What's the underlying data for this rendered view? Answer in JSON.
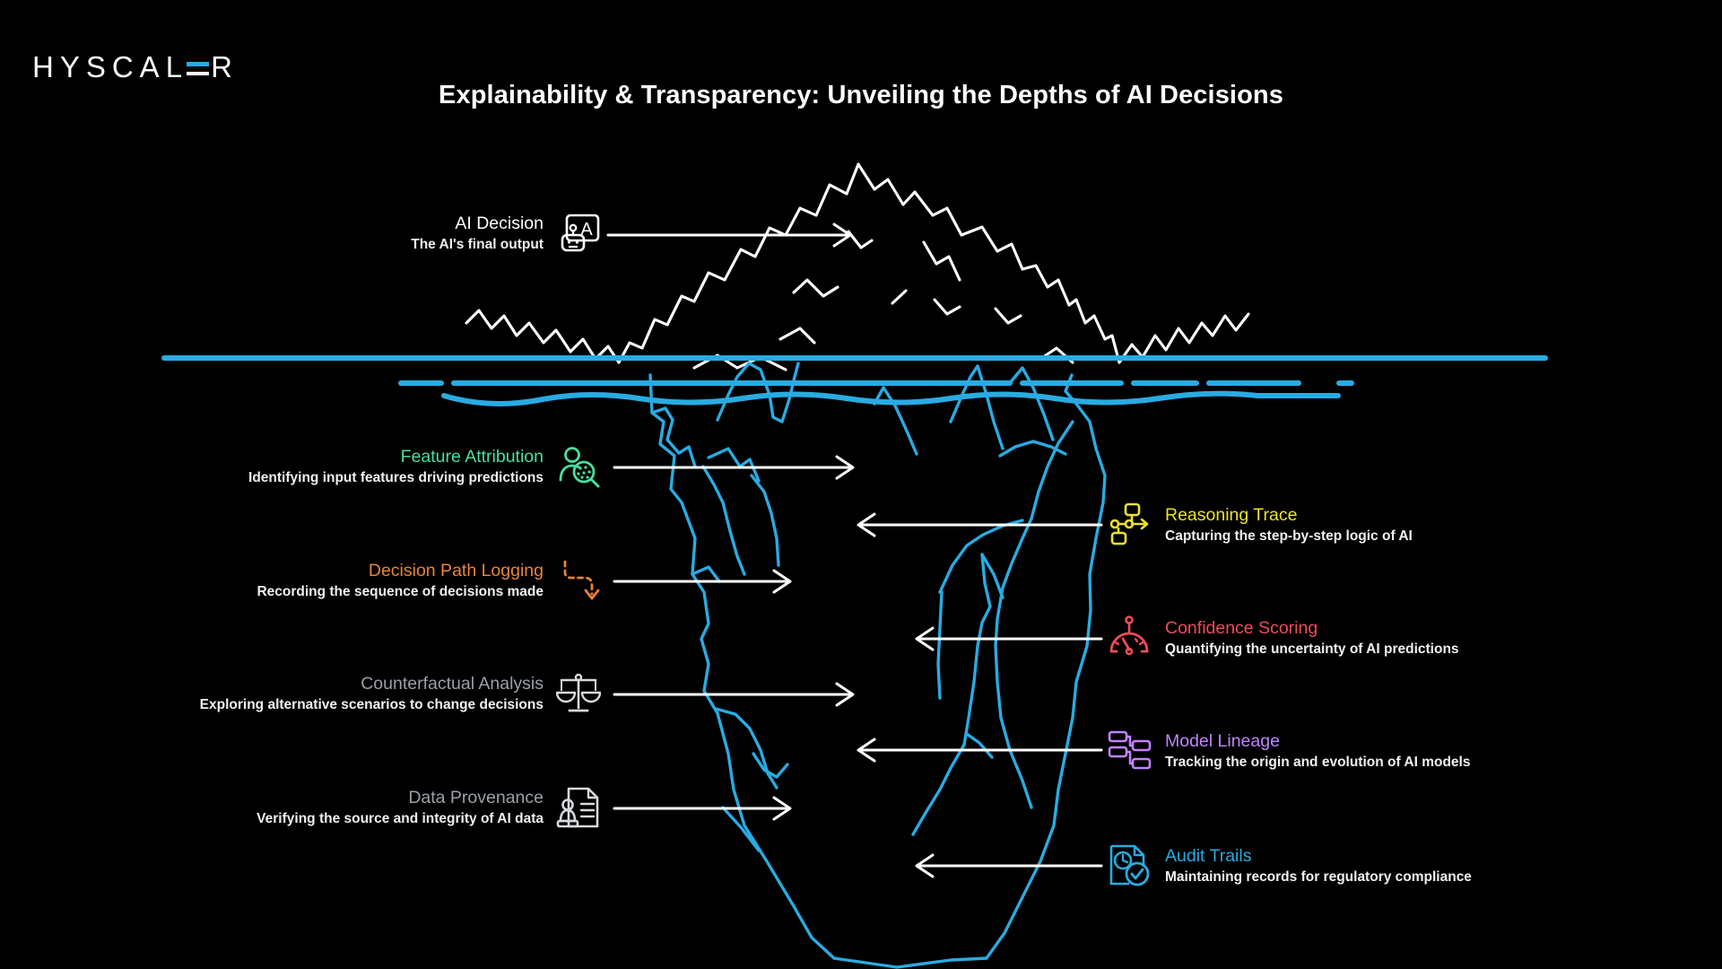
{
  "brand": {
    "logo_text_1": "HYSCAL",
    "logo_text_2": "R",
    "accent_color": "#29ABE2"
  },
  "header": {
    "title": "Explainability & Transparency: Unveiling the Depths of AI Decisions"
  },
  "colors": {
    "background": "#000000",
    "iceberg_above": "#ffffff",
    "iceberg_below": "#29ABE2",
    "water_line": "#29ABE2",
    "arrow": "#ffffff",
    "green": "#4ade9e",
    "orange": "#e8833a",
    "gray": "#9aa0a6",
    "yellow": "#ece22c",
    "red": "#ef4b5a",
    "purple": "#c084fc",
    "cyan": "#29ABE2"
  },
  "peak": {
    "title": "AI Decision",
    "subtitle": "The AI's final output",
    "icon": "robot-speech-bubble-icon",
    "title_color": "#ffffff"
  },
  "left_items": [
    {
      "title": "Feature Attribution",
      "subtitle": "Identifying input features driving predictions",
      "icon": "person-magnifier-icon",
      "title_color": "#4ade9e"
    },
    {
      "title": "Decision Path Logging",
      "subtitle": "Recording the sequence of decisions made",
      "icon": "dashed-path-arrow-icon",
      "title_color": "#e8833a"
    },
    {
      "title": "Counterfactual Analysis",
      "subtitle": "Exploring alternative scenarios to change decisions",
      "icon": "balance-scales-icon",
      "title_color": "#9aa0a6"
    },
    {
      "title": "Data Provenance",
      "subtitle": "Verifying the source and integrity of AI data",
      "icon": "document-stamp-icon",
      "title_color": "#9aa0a6"
    }
  ],
  "right_items": [
    {
      "title": "Reasoning Trace",
      "subtitle": "Capturing the step-by-step logic of AI",
      "icon": "node-graph-arrow-icon",
      "title_color": "#ece22c"
    },
    {
      "title": "Confidence Scoring",
      "subtitle": "Quantifying the uncertainty of AI predictions",
      "icon": "gauge-meter-icon",
      "title_color": "#ef4b5a"
    },
    {
      "title": "Model Lineage",
      "subtitle": "Tracking the origin and evolution of AI models",
      "icon": "lineage-branch-icon",
      "title_color": "#c084fc"
    },
    {
      "title": "Audit Trails",
      "subtitle": "Maintaining records for regulatory compliance",
      "icon": "document-clock-check-icon",
      "title_color": "#29ABE2"
    }
  ]
}
